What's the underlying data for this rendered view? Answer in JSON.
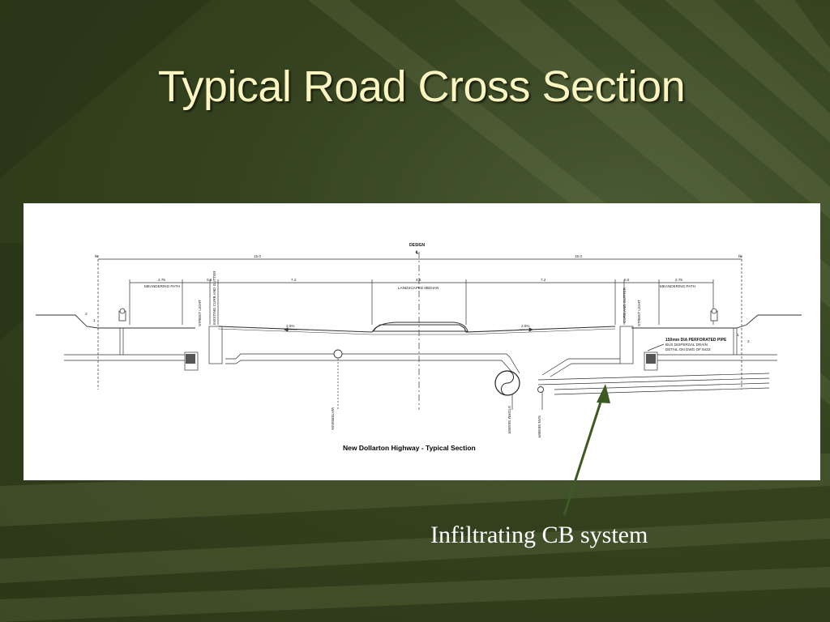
{
  "slide": {
    "title": "Typical Road Cross Section",
    "callout": "Infiltrating CB system",
    "arrow_color": "#3d5a22",
    "title_color": "#fbf5c2"
  },
  "drawing": {
    "caption": "New Dollarton Highway - Typical Section",
    "design_label": "DESIGN",
    "centerline_symbol": "℄",
    "row_left_symbol": "℞",
    "row_right_symbol": "℞",
    "width_left": "15.0",
    "width_right": "16.0",
    "path_width_left": "2.75",
    "path_width_right": "2.75",
    "curb_width_left": "0.5",
    "curb_width_right": "0.5",
    "lane_left": "7.2",
    "lane_right": "7.2",
    "median_width": "4.6",
    "meandering_path_left": "MEANDERING PATH",
    "meandering_path_right": "MEANDERING PATH",
    "landscaped_median": "LANDSCAPED MEDIAN",
    "street_light_left": "STREET LIGHT",
    "street_light_right": "STREET LIGHT",
    "curb_left": "EXISTING CURB AND GUTTER",
    "curb_right": "CURB AND GUTTER",
    "slope_left": "2.5%",
    "slope_right": "2.5%",
    "side_slope_h": "3",
    "side_slope_v": "1",
    "side_slope_h_right": "1",
    "side_slope_v_right": "2",
    "perforated_pipe_note": [
      "150mm DIA PERFORATED PIPE",
      "BUS DISPERSAL DRAIN",
      "DETAIL ON DWG OF 8433"
    ],
    "watermain": "WATERMAIN",
    "storm_sewer": "STORM SEWER",
    "san_sewer": "SAN SEWER"
  }
}
